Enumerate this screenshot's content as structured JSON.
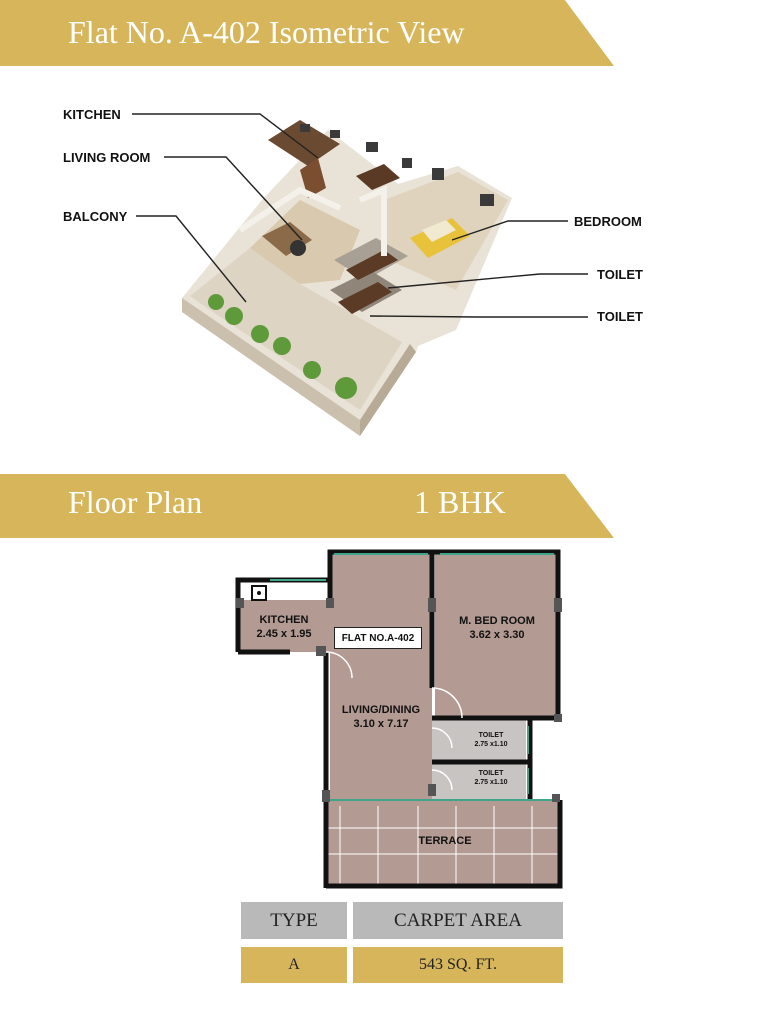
{
  "header": {
    "title": "Flat No. A-402 Isometric View"
  },
  "isometric": {
    "labels": {
      "kitchen": "KITCHEN",
      "living_room": "LIVING ROOM",
      "balcony": "BALCONY",
      "bedroom": "BEDROOM",
      "toilet_1": "TOILET",
      "toilet_2": "TOILET"
    }
  },
  "floor_plan_banner": {
    "title": "Floor Plan",
    "type": "1 BHK"
  },
  "floor_plan": {
    "flat_no": "FLAT NO.A-402",
    "rooms": {
      "kitchen": {
        "name": "KITCHEN",
        "size": "2.45 x 1.95"
      },
      "bedroom": {
        "name": "M. BED ROOM",
        "size": "3.62 x 3.30"
      },
      "living": {
        "name": "LIVING/DINING",
        "size": "3.10 x 7.17"
      },
      "toilet_1": {
        "name": "TOILET",
        "size": "2.75 x1.10"
      },
      "toilet_2": {
        "name": "TOILET",
        "size": "2.75 x1.10"
      },
      "terrace": {
        "name": "TERRACE"
      }
    }
  },
  "area_table": {
    "headers": [
      "TYPE",
      "CARPET AREA"
    ],
    "row": [
      "A",
      "543 SQ. FT."
    ]
  },
  "colors": {
    "gold": "#d7b55a",
    "room_fill": "#b39a93",
    "table_header": "#b9b9b9"
  }
}
